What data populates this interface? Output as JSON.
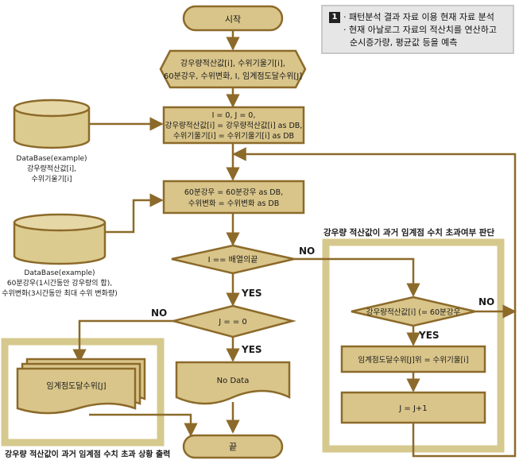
{
  "note": {
    "badge": "1",
    "line1": "· 패턴분석 결과 자료 이용 현재 자료 분석",
    "line2": "· 현재 아날로그 자료의 적산치를 연산하고",
    "line3": "순시증가량, 평균값 등을 예측"
  },
  "nodes": {
    "start": "시작",
    "input": [
      "강우량적산값[i], 수위기울기[i],",
      "60분강우, 수위변화, I, 임계점도달수위[J]"
    ],
    "init": [
      "I = 0, J = 0,",
      "강우량적산값[i] =  강우량적산값[i] as DB,",
      "수위기울기[i] =  수위기울기[i] as DB"
    ],
    "assign": [
      "60분강우 = 60분강우 as DB,",
      "수위변화 = 수위변화 as DB"
    ],
    "loop_check": "I == 배열의끝",
    "j_check": "J = = 0",
    "no_data": "No Data",
    "threshold_out": "임계점도달수위[J]",
    "end": "끝",
    "compare": "강우량적산값[i] (= 60분강우",
    "assign_level": "임계점도달수위[J]위 = 수위기울[i]",
    "increment": "J = J+1"
  },
  "databases": {
    "db1": [
      "DataBase(example)",
      "강우량적산값[i],",
      "수위기울기[i]"
    ],
    "db2": [
      "DataBase(example)",
      "60분강우(1시간동안 강우량의 합),",
      "수위변화(3시간동안 최대 수위 변화량)"
    ]
  },
  "edge_labels": {
    "no1": "NO",
    "yes1": "YES",
    "no2": "NO",
    "yes2": "YES",
    "yes3": "YES",
    "no3": "NO"
  },
  "groups": {
    "right_title": "강우량 적산값이 과거 임계점 수치 초과여부 판단",
    "left_title": "강우량 적산값이 과거 임계점 수치 초과 상황 출력"
  },
  "colors": {
    "box_fill": "#d9c58a",
    "box_stroke": "#8c6a2a",
    "arrow": "#8c6a2a",
    "group_frame": "#d6c98e",
    "db_fill": "#dccb8e"
  }
}
